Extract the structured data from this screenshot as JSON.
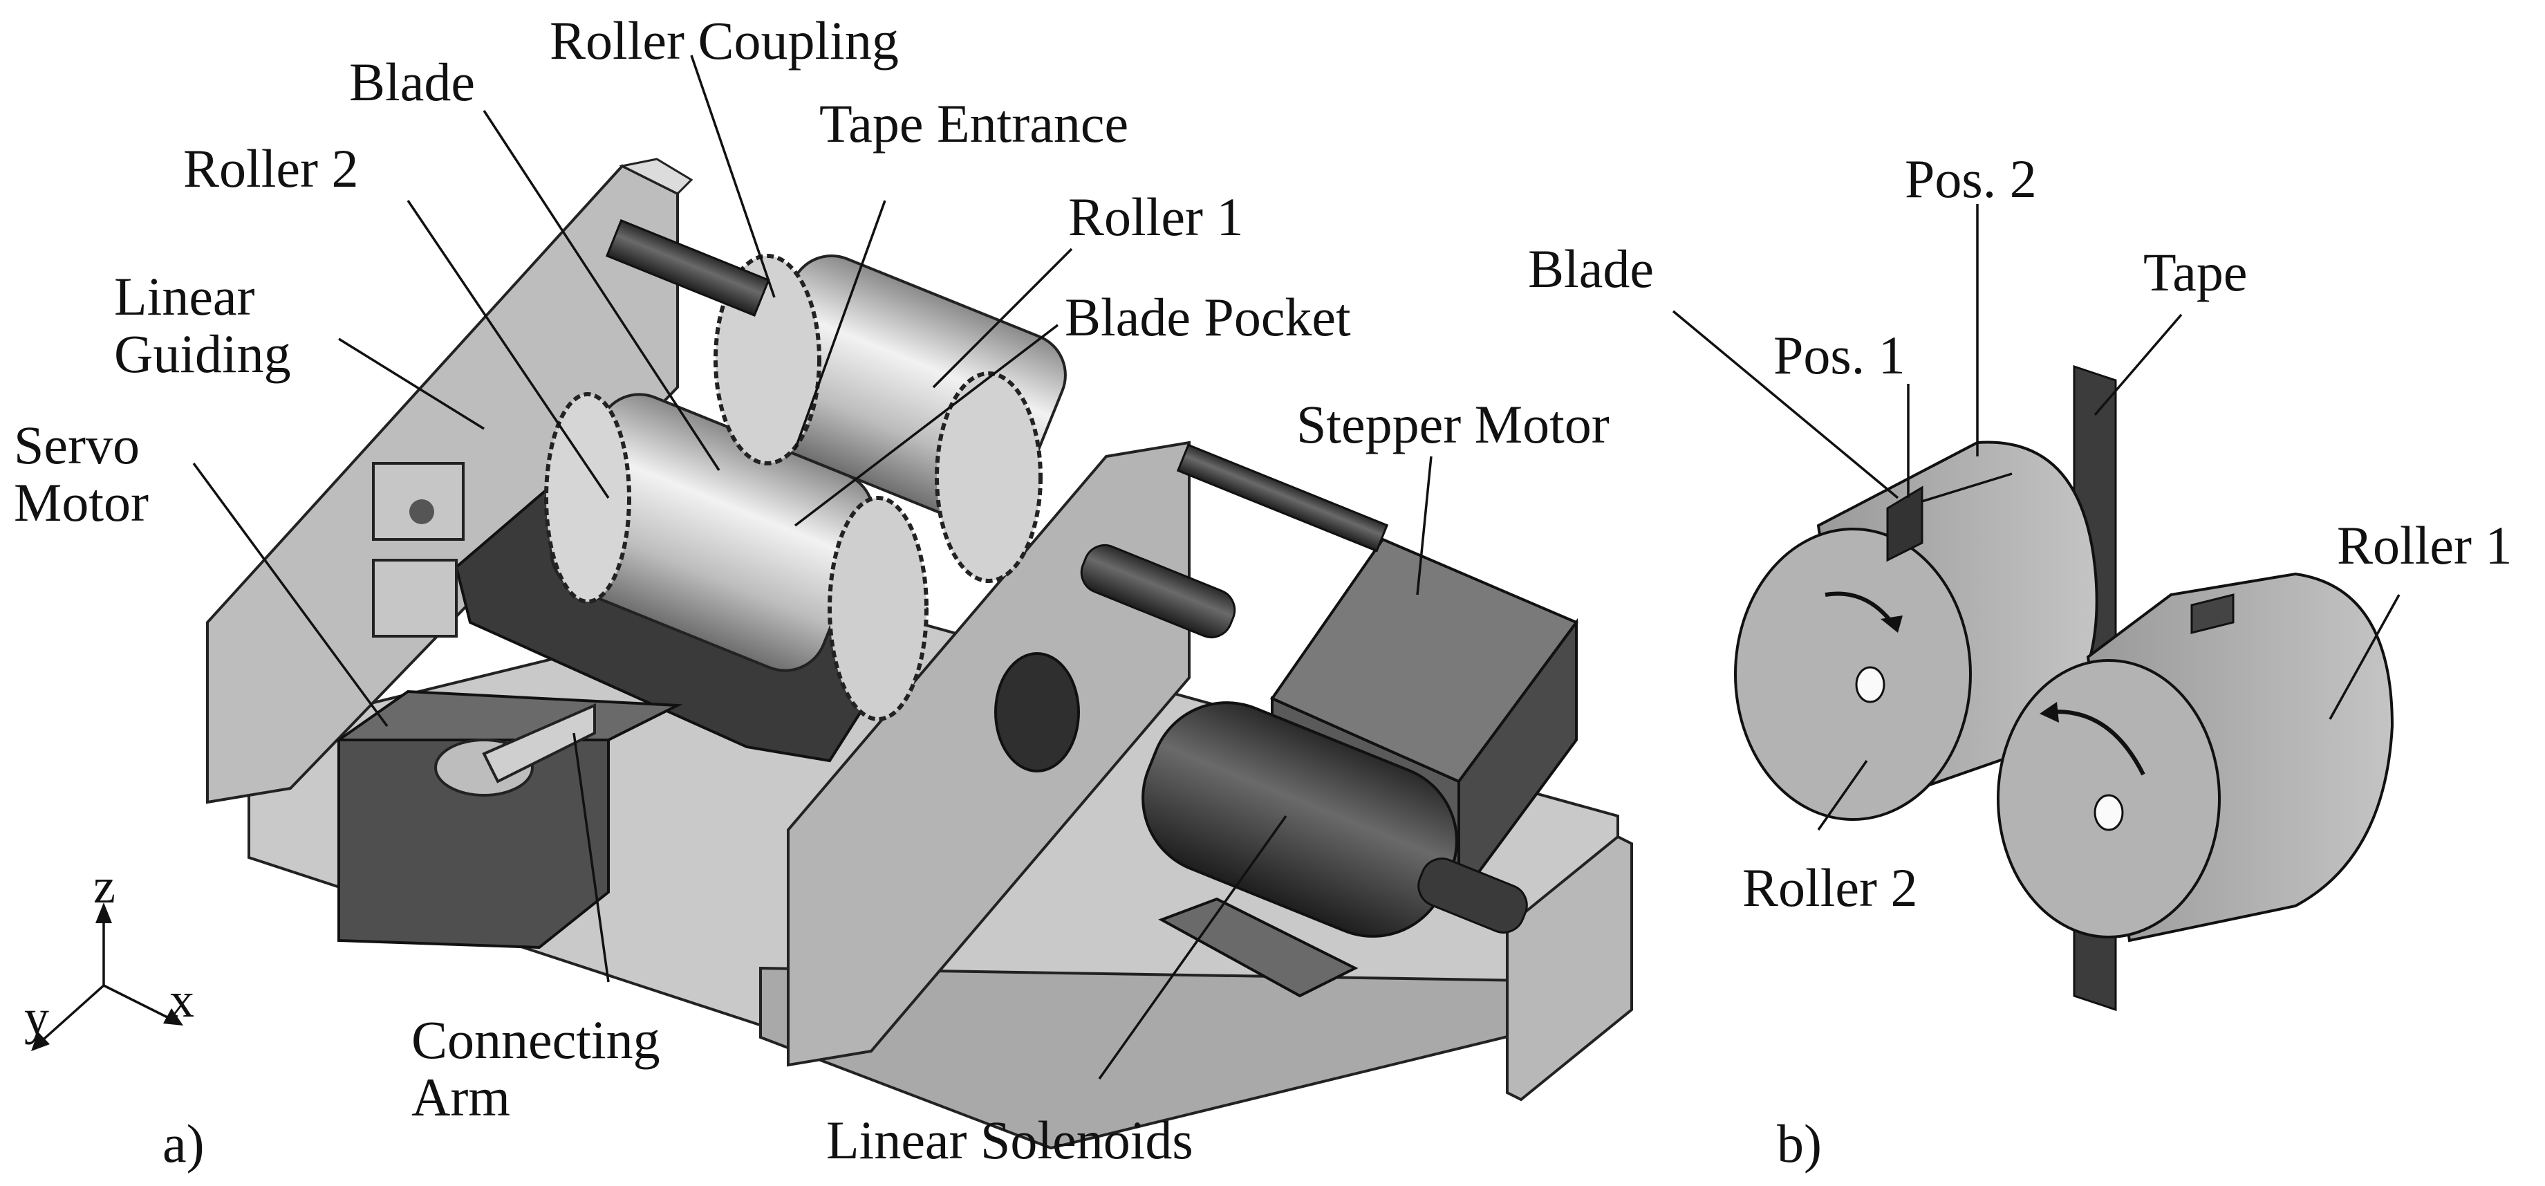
{
  "panel_a": {
    "caption": "a)",
    "labels": {
      "roller_coupling": "Roller Coupling",
      "blade": "Blade",
      "tape_entrance": "Tape Entrance",
      "roller_2": "Roller 2",
      "roller_1": "Roller 1",
      "linear_guiding_1": "Linear",
      "linear_guiding_2": "Guiding",
      "blade_pocket": "Blade Pocket",
      "stepper_motor": "Stepper Motor",
      "servo_motor_1": "Servo",
      "servo_motor_2": "Motor",
      "connecting_arm_1": "Connecting",
      "connecting_arm_2": "Arm",
      "linear_solenoids": "Linear Solenoids"
    },
    "axes": {
      "z": "z",
      "y": "y",
      "x": "x"
    }
  },
  "panel_b": {
    "caption": "b)",
    "labels": {
      "pos_2": "Pos. 2",
      "blade": "Blade",
      "tape": "Tape",
      "pos_1": "Pos. 1",
      "roller_1": "Roller 1",
      "roller_2": "Roller 2"
    }
  }
}
